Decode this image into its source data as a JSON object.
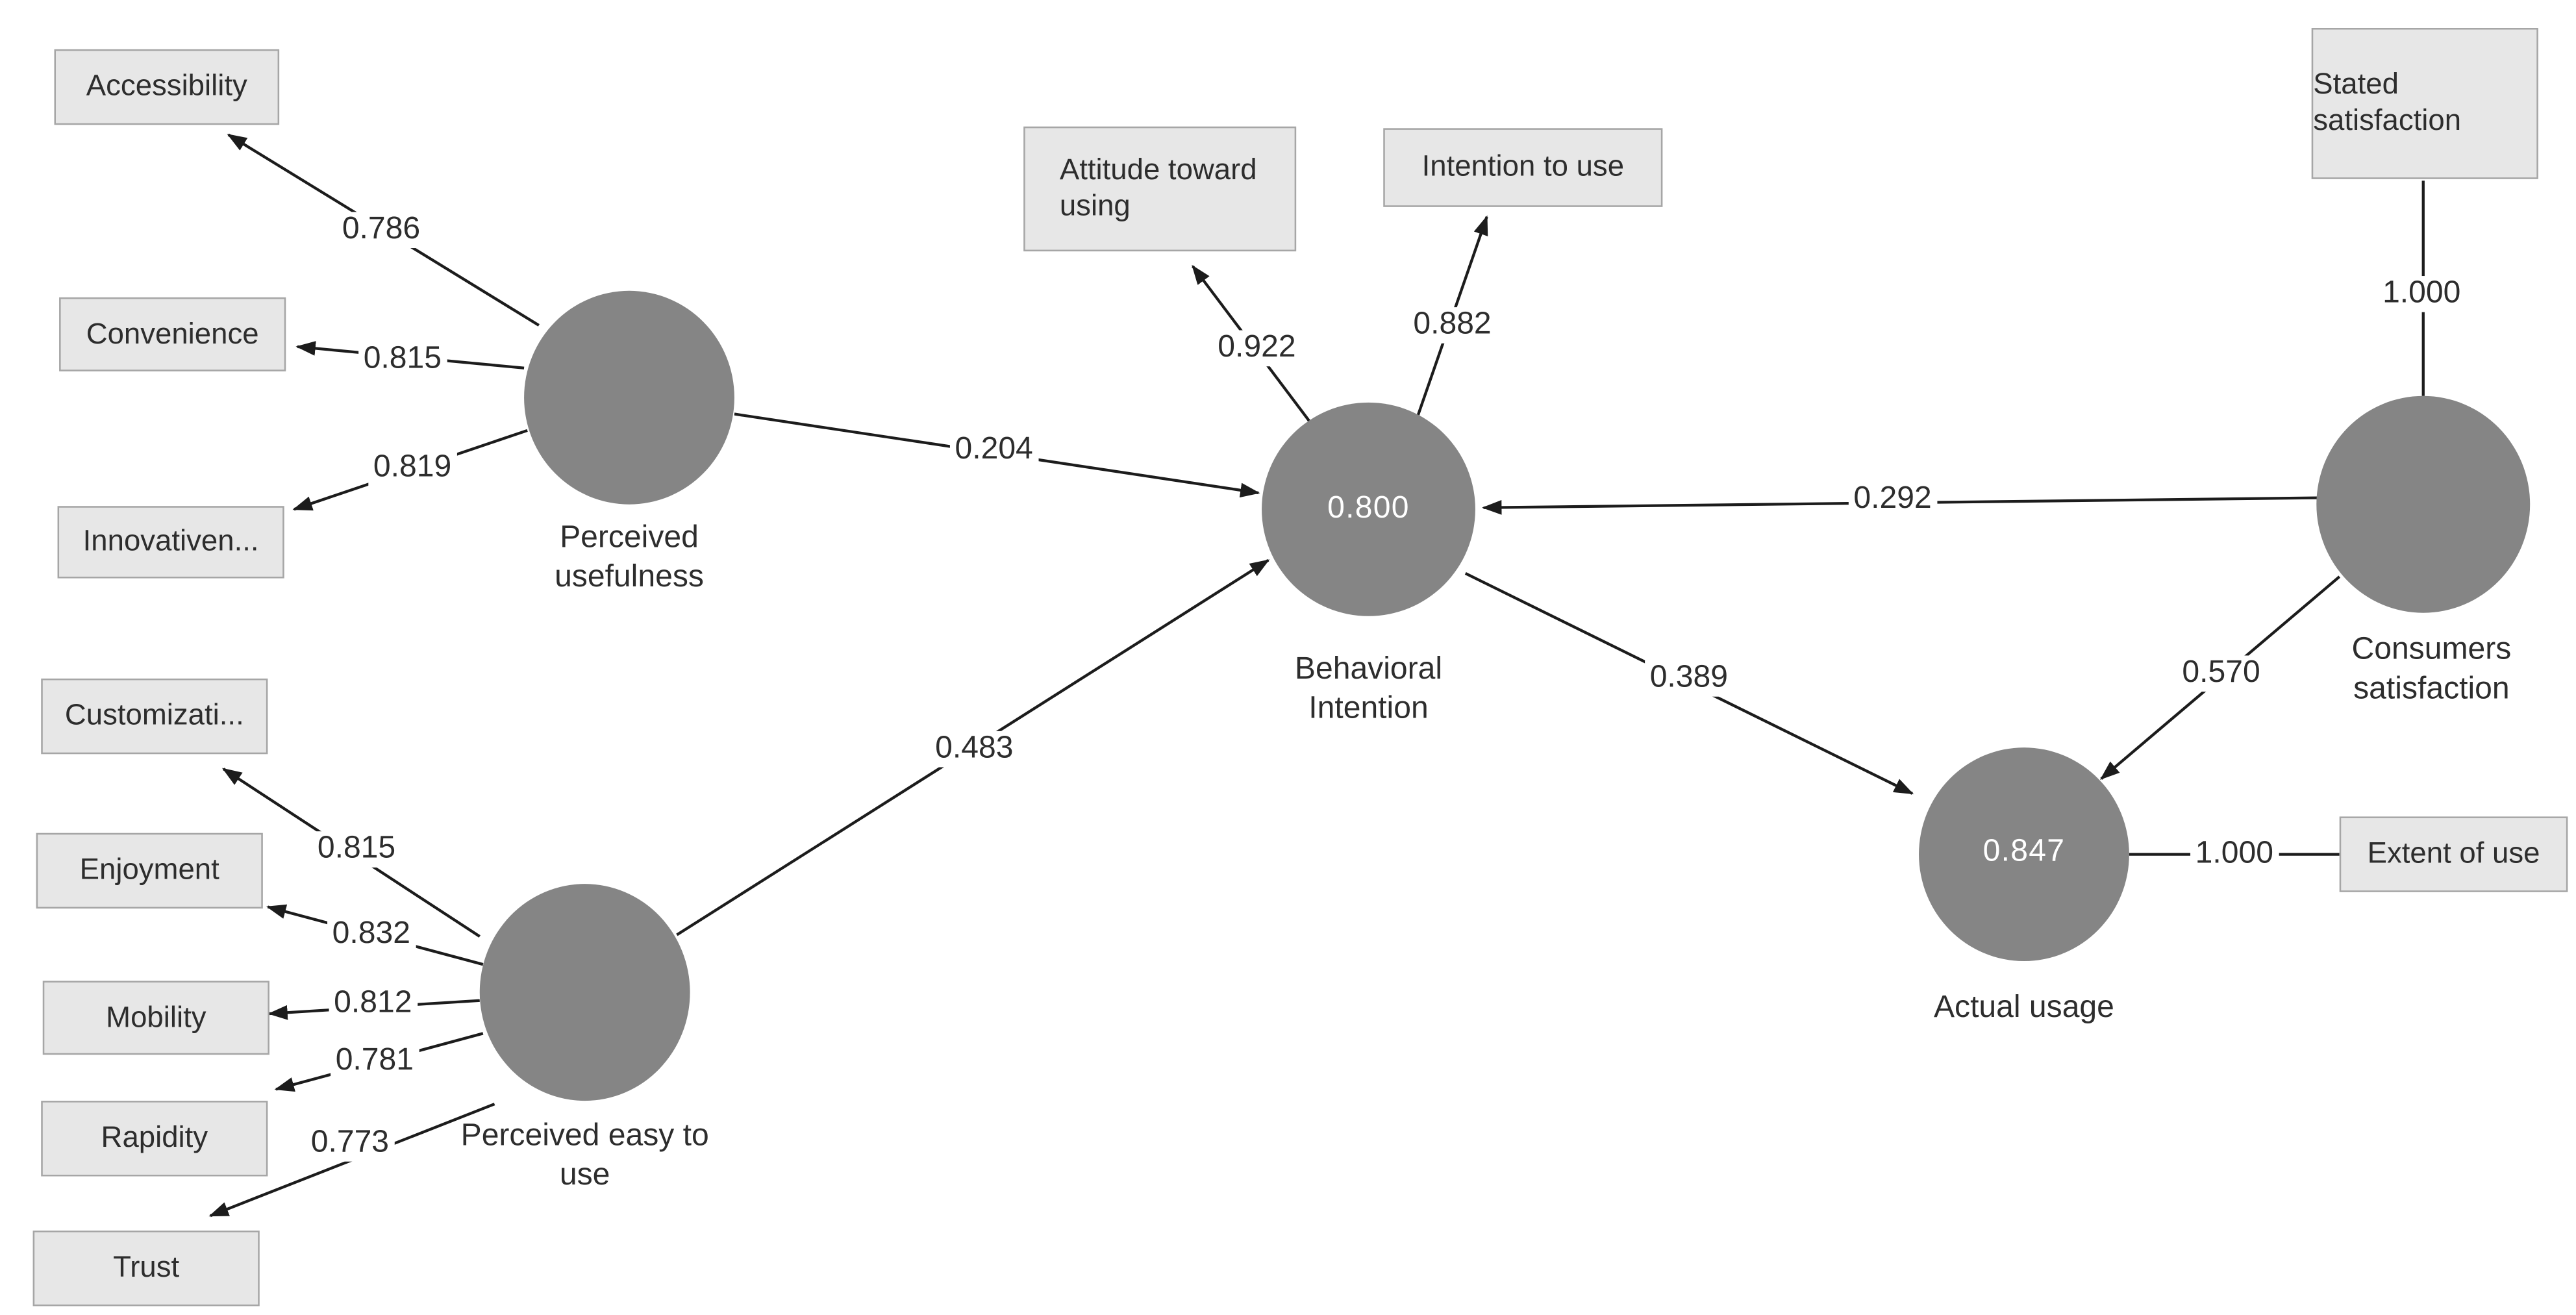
{
  "figure": {
    "title": "PLS-SEM path model: technology acceptance constructs with loadings and path coefficients"
  },
  "palette": {
    "canvas_bg": "#ffffff",
    "construct_fill": "#858585",
    "indicator_fill": "#e7e7e7",
    "indicator_border": "#a6a6a6",
    "line_color": "#1c1c1c",
    "text_color": "#2d2d2d",
    "value_text_color": "#ffffff"
  },
  "constructs": {
    "perceived_usefulness": {
      "label": "Perceived usefulness",
      "value": ""
    },
    "perceived_easy_to_use": {
      "label": "Perceived easy to use",
      "value": ""
    },
    "behavioral_intention": {
      "label": "Behavioral Intention",
      "value": "0.800"
    },
    "consumers_satisfaction": {
      "label": "Consumers satisfaction",
      "value": ""
    },
    "actual_usage": {
      "label": "Actual usage",
      "value": "0.847"
    }
  },
  "indicators": {
    "accessibility": {
      "label": "Accessibility",
      "loading": "0.786"
    },
    "convenience": {
      "label": "Convenience",
      "loading": "0.815"
    },
    "innovativeness": {
      "label": "Innovativen...",
      "loading": "0.819"
    },
    "customization": {
      "label": "Customizati...",
      "loading": "0.815"
    },
    "enjoyment": {
      "label": "Enjoyment",
      "loading": "0.832"
    },
    "mobility": {
      "label": "Mobility",
      "loading": "0.812"
    },
    "rapidity": {
      "label": "Rapidity",
      "loading": "0.781"
    },
    "trust": {
      "label": "Trust",
      "loading": "0.773"
    },
    "attitude_toward_using": {
      "label": "Attitude toward using",
      "loading": "0.922"
    },
    "intention_to_use": {
      "label": "Intention to use",
      "loading": "0.882"
    },
    "stated_satisfaction": {
      "label": "Stated satisfaction",
      "loading": "1.000"
    },
    "extent_of_use": {
      "label": "Extent of use",
      "loading": "1.000"
    }
  },
  "paths": {
    "pu_to_bi": {
      "from": "Perceived usefulness",
      "to": "Behavioral Intention",
      "coefficient": "0.204"
    },
    "peou_to_bi": {
      "from": "Perceived easy to use",
      "to": "Behavioral Intention",
      "coefficient": "0.483"
    },
    "cs_to_bi": {
      "from": "Consumers satisfaction",
      "to": "Behavioral Intention",
      "coefficient": "0.292"
    },
    "bi_to_au": {
      "from": "Behavioral Intention",
      "to": "Actual usage",
      "coefficient": "0.389"
    },
    "cs_to_au": {
      "from": "Consumers satisfaction",
      "to": "Actual usage",
      "coefficient": "0.570"
    }
  }
}
